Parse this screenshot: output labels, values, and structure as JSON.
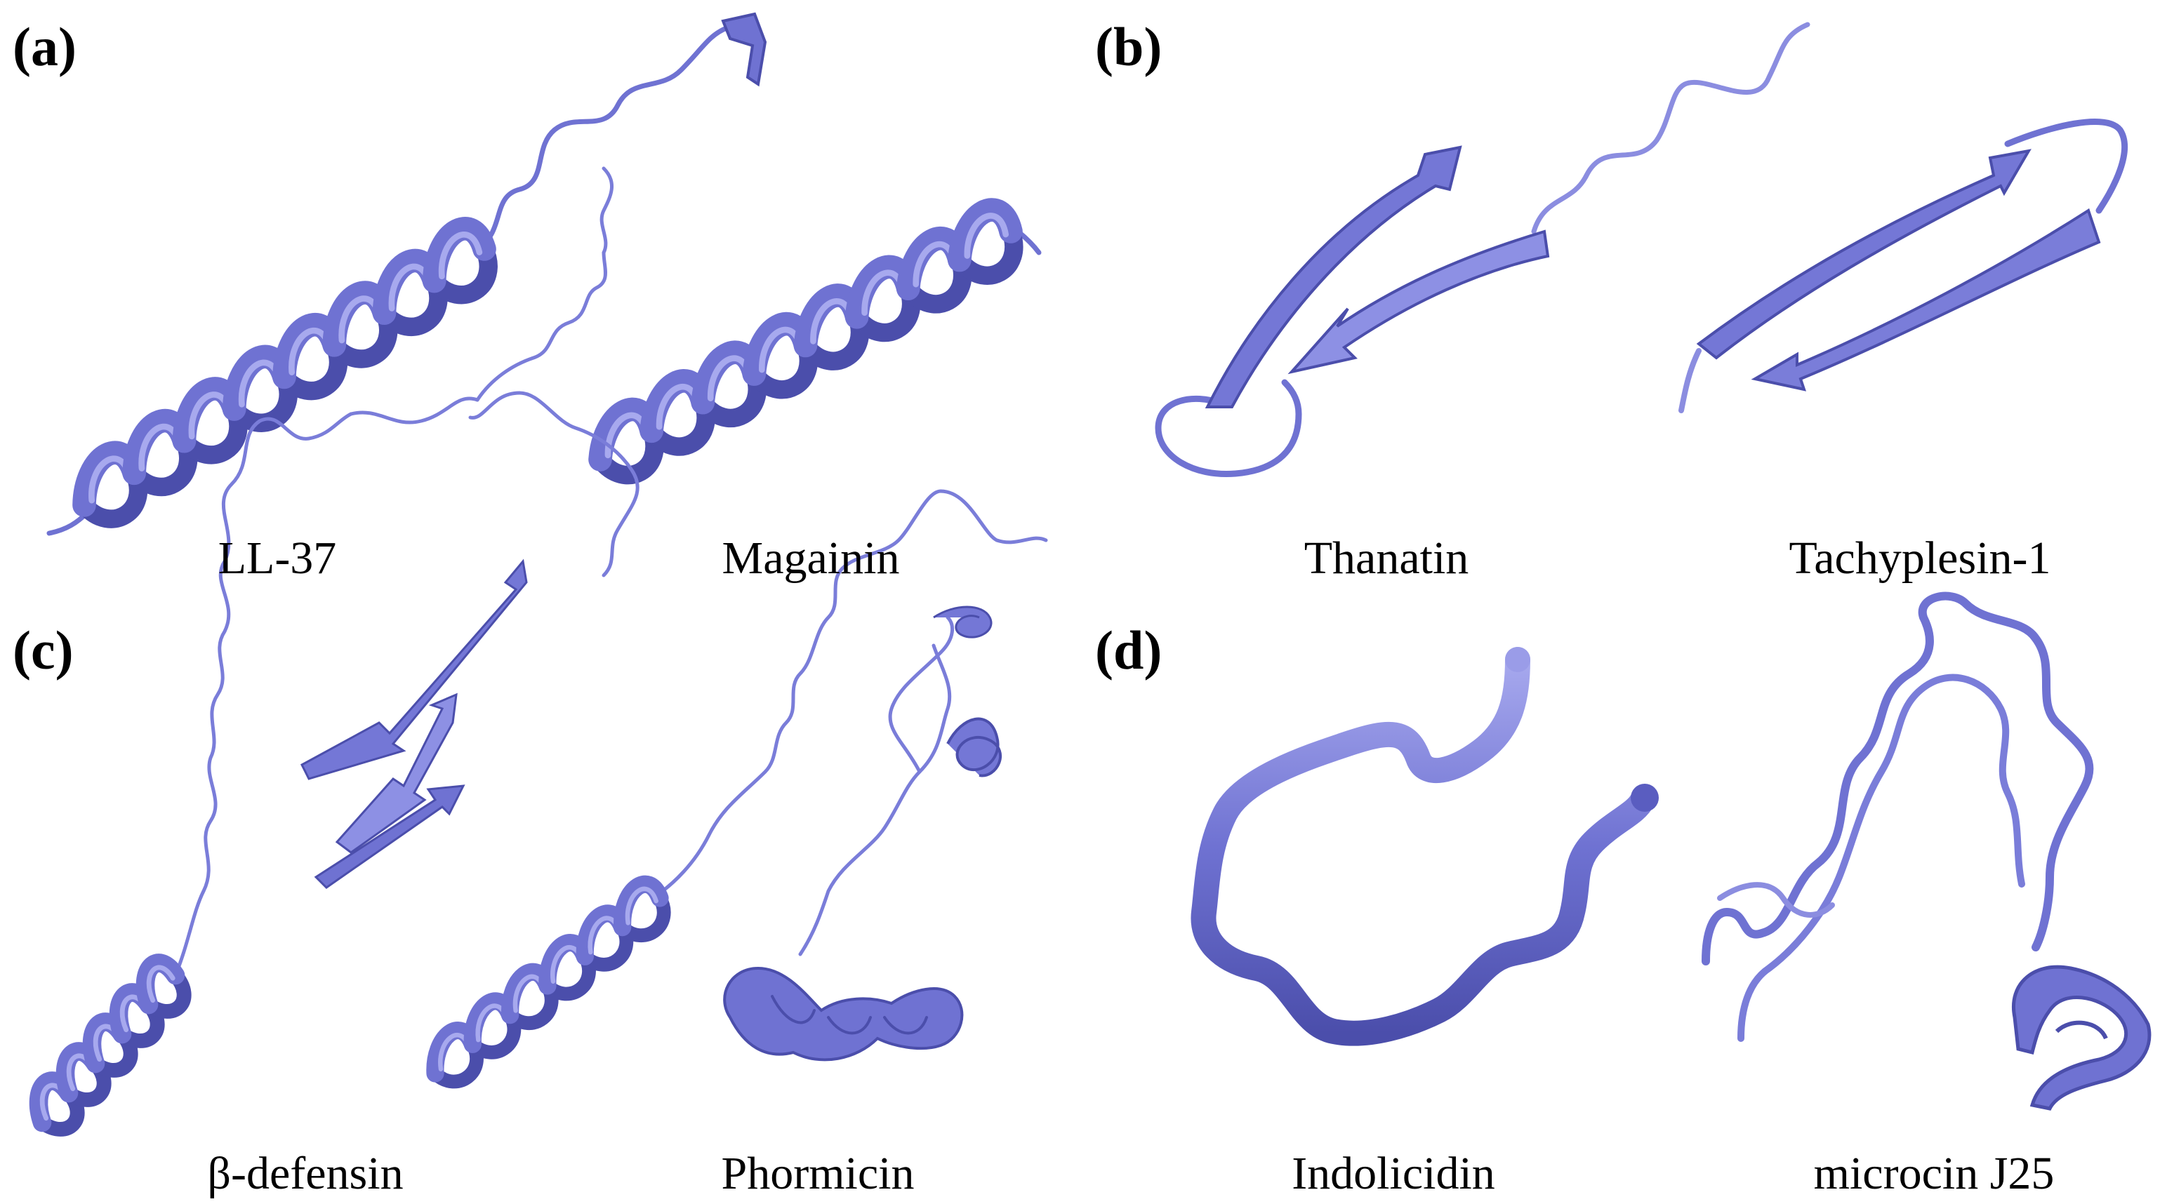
{
  "colors": {
    "ribbon": "#6f72d2",
    "ribbon_dark": "#4b4eab",
    "ribbon_light": "#a7a9ee",
    "text": "#000000",
    "background": "#ffffff"
  },
  "panels": [
    {
      "label": "(a)",
      "structures": [
        {
          "name": "LL-37",
          "kind": "helix"
        },
        {
          "name": "Magainin",
          "kind": "helix"
        }
      ]
    },
    {
      "label": "(b)",
      "structures": [
        {
          "name": "Thanatin",
          "kind": "beta-hairpin"
        },
        {
          "name": "Tachyplesin-1",
          "kind": "beta-hairpin"
        }
      ]
    },
    {
      "label": "(c)",
      "structures": [
        {
          "name": "β-defensin",
          "kind": "helix-and-sheet"
        },
        {
          "name": "Phormicin",
          "kind": "helix-and-sheet"
        }
      ]
    },
    {
      "label": "(d)",
      "structures": [
        {
          "name": "Indolicidin",
          "kind": "extended-coil"
        },
        {
          "name": "microcin J25",
          "kind": "lasso-coil"
        }
      ]
    }
  ]
}
